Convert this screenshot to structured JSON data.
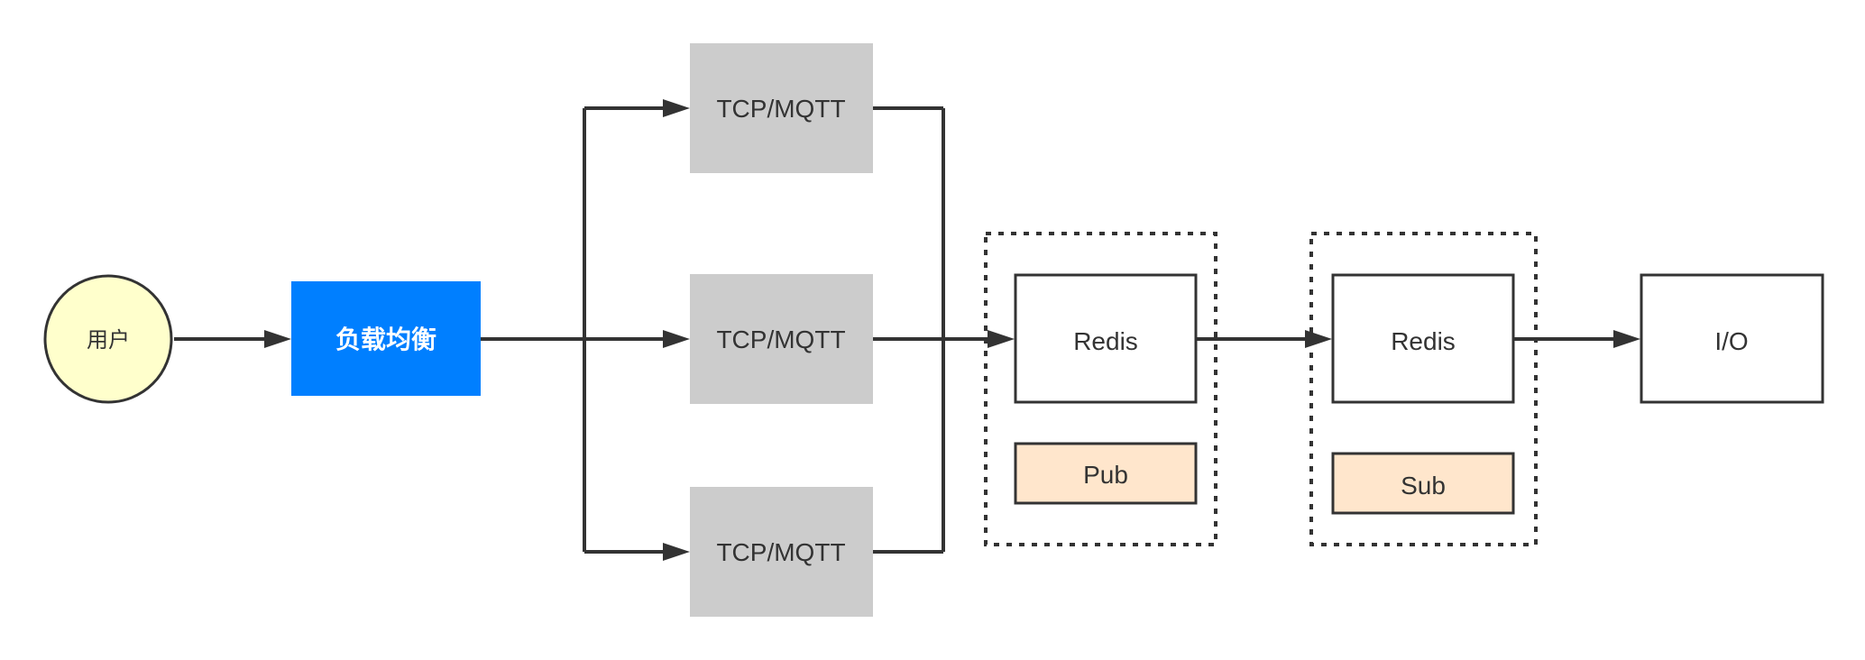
{
  "diagram": {
    "nodes": {
      "user": {
        "label": "用户",
        "fill": "#ffffcc"
      },
      "load_balancer": {
        "label": "负载均衡",
        "fill": "#007fff"
      },
      "tcp_top": {
        "label": "TCP/MQTT",
        "fill": "#cccccc"
      },
      "tcp_middle": {
        "label": "TCP/MQTT",
        "fill": "#cccccc"
      },
      "tcp_bottom": {
        "label": "TCP/MQTT",
        "fill": "#cccccc"
      },
      "redis_pub": {
        "label": "Redis",
        "fill": "#ffffff"
      },
      "pub_tag": {
        "label": "Pub",
        "fill": "#ffe6cc"
      },
      "redis_sub": {
        "label": "Redis",
        "fill": "#ffffff"
      },
      "sub_tag": {
        "label": "Sub",
        "fill": "#ffe6cc"
      },
      "io": {
        "label": "I/O",
        "fill": "#ffffff"
      }
    },
    "colors": {
      "stroke": "#333333",
      "text": "#333333",
      "background": "#ffffff"
    }
  }
}
